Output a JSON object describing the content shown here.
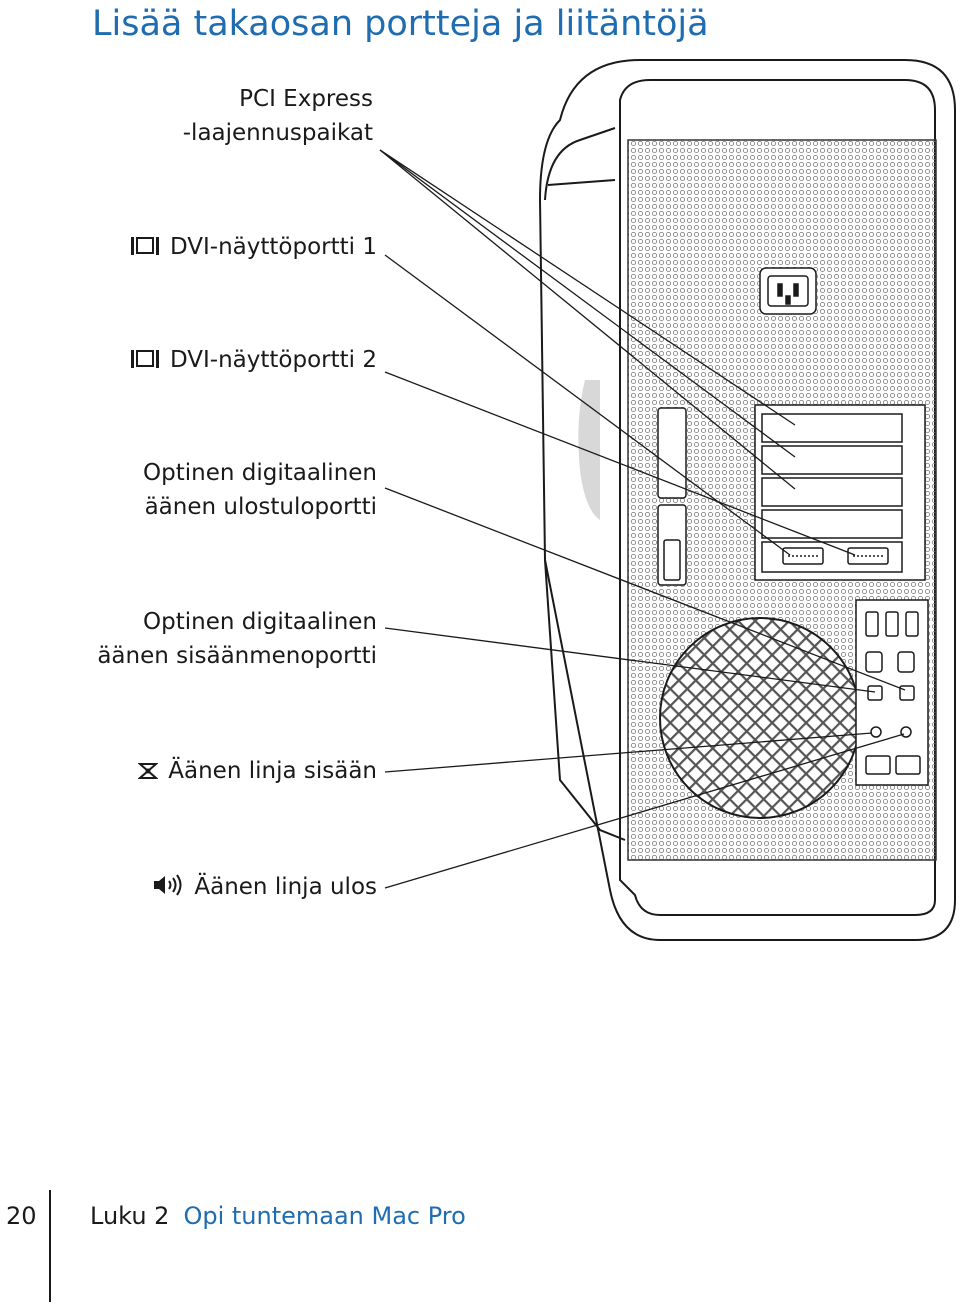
{
  "page_title": "Lisää takaosan portteja ja liitäntöjä",
  "labels": {
    "pci_line1": "PCI Express",
    "pci_line2": "-laajennuspaikat",
    "dvi1": "DVI-näyttöportti 1",
    "dvi2": "DVI-näyttöportti 2",
    "optical_out_line1": "Optinen digitaalinen",
    "optical_out_line2": "äänen ulostuloportti",
    "optical_in_line1": "Optinen digitaalinen",
    "optical_in_line2": "äänen sisäänmenoportti",
    "line_in": "Äänen linja sisään",
    "line_out": "Äänen linja ulos"
  },
  "icons": {
    "dvi": "display-port-icon",
    "line_in": "audio-line-in-icon",
    "line_out": "speaker-icon"
  },
  "colors": {
    "accent": "#1f6db0",
    "text": "#1a1a1a"
  },
  "footer": {
    "page_number": "20",
    "chapter": "Luku 2",
    "chapter_title": "Opi tuntemaan Mac Pro"
  }
}
